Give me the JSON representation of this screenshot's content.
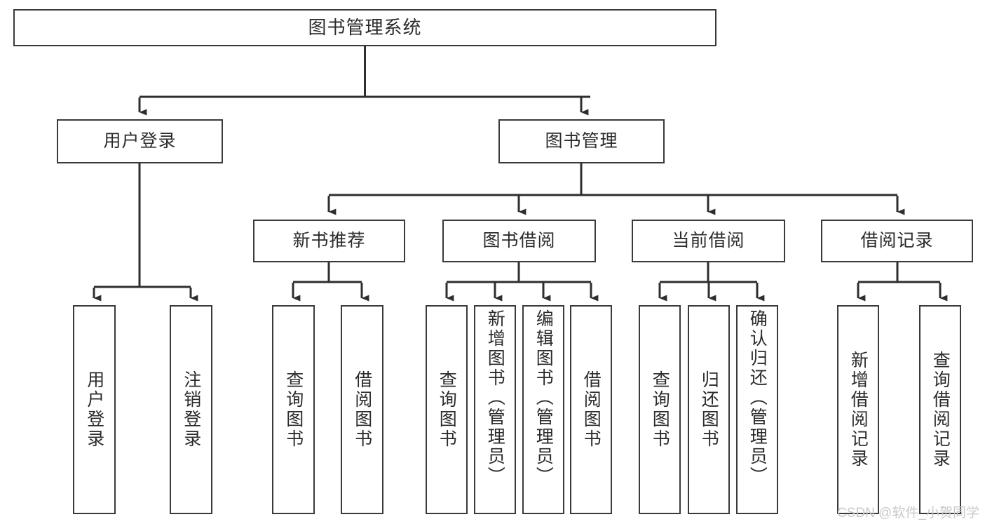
{
  "diagram": {
    "title": "图书管理系统",
    "type": "tree-hierarchy",
    "orientation": "top-down",
    "line_color": "#3a3a3a",
    "box_fill": "#ffffff",
    "levels": 4,
    "root": {
      "id": "root",
      "label": "图书管理系统",
      "text_direction": "horizontal"
    },
    "level2": [
      {
        "id": "user-login",
        "label": "用户登录",
        "text_direction": "horizontal"
      },
      {
        "id": "book-management",
        "label": "图书管理",
        "text_direction": "horizontal"
      }
    ],
    "level3": [
      {
        "id": "new-book-recommend",
        "label": "新书推荐",
        "parent": "book-management",
        "text_direction": "horizontal"
      },
      {
        "id": "book-borrow",
        "label": "图书借阅",
        "parent": "book-management",
        "text_direction": "horizontal"
      },
      {
        "id": "current-borrow",
        "label": "当前借阅",
        "parent": "book-management",
        "text_direction": "horizontal"
      },
      {
        "id": "borrow-record",
        "label": "借阅记录",
        "parent": "book-management",
        "text_direction": "horizontal"
      }
    ],
    "leaves": [
      {
        "id": "leaf-user-login",
        "label": "用户登录",
        "parent": "user-login",
        "text_direction": "vertical",
        "align": "center"
      },
      {
        "id": "leaf-logout",
        "label": "注销登录",
        "parent": "user-login",
        "text_direction": "vertical",
        "align": "center"
      },
      {
        "id": "leaf-query-book-1",
        "label": "查询图书",
        "parent": "new-book-recommend",
        "text_direction": "vertical",
        "align": "center"
      },
      {
        "id": "leaf-borrow-book-1",
        "label": "借阅图书",
        "parent": "new-book-recommend",
        "text_direction": "vertical",
        "align": "center"
      },
      {
        "id": "leaf-query-book-2",
        "label": "查询图书",
        "parent": "book-borrow",
        "text_direction": "vertical",
        "align": "center"
      },
      {
        "id": "leaf-add-book",
        "label": "新增图书（管理员）",
        "parent": "book-borrow",
        "text_direction": "vertical",
        "align": "top"
      },
      {
        "id": "leaf-edit-book",
        "label": "编辑图书（管理员）",
        "parent": "book-borrow",
        "text_direction": "vertical",
        "align": "top"
      },
      {
        "id": "leaf-borrow-book-2",
        "label": "借阅图书",
        "parent": "book-borrow",
        "text_direction": "vertical",
        "align": "center"
      },
      {
        "id": "leaf-query-book-3",
        "label": "查询图书",
        "parent": "current-borrow",
        "text_direction": "vertical",
        "align": "center"
      },
      {
        "id": "leaf-return-book",
        "label": "归还图书",
        "parent": "current-borrow",
        "text_direction": "vertical",
        "align": "center"
      },
      {
        "id": "leaf-confirm-return",
        "label": "确认归还（管理员）",
        "parent": "current-borrow",
        "text_direction": "vertical",
        "align": "top"
      },
      {
        "id": "leaf-add-record",
        "label": "新增借阅记录",
        "parent": "borrow-record",
        "text_direction": "vertical",
        "align": "center"
      },
      {
        "id": "leaf-query-record",
        "label": "查询借阅记录",
        "parent": "borrow-record",
        "text_direction": "vertical",
        "align": "center"
      }
    ]
  },
  "watermark": {
    "text": "CSDN @软件_小贺同学"
  }
}
